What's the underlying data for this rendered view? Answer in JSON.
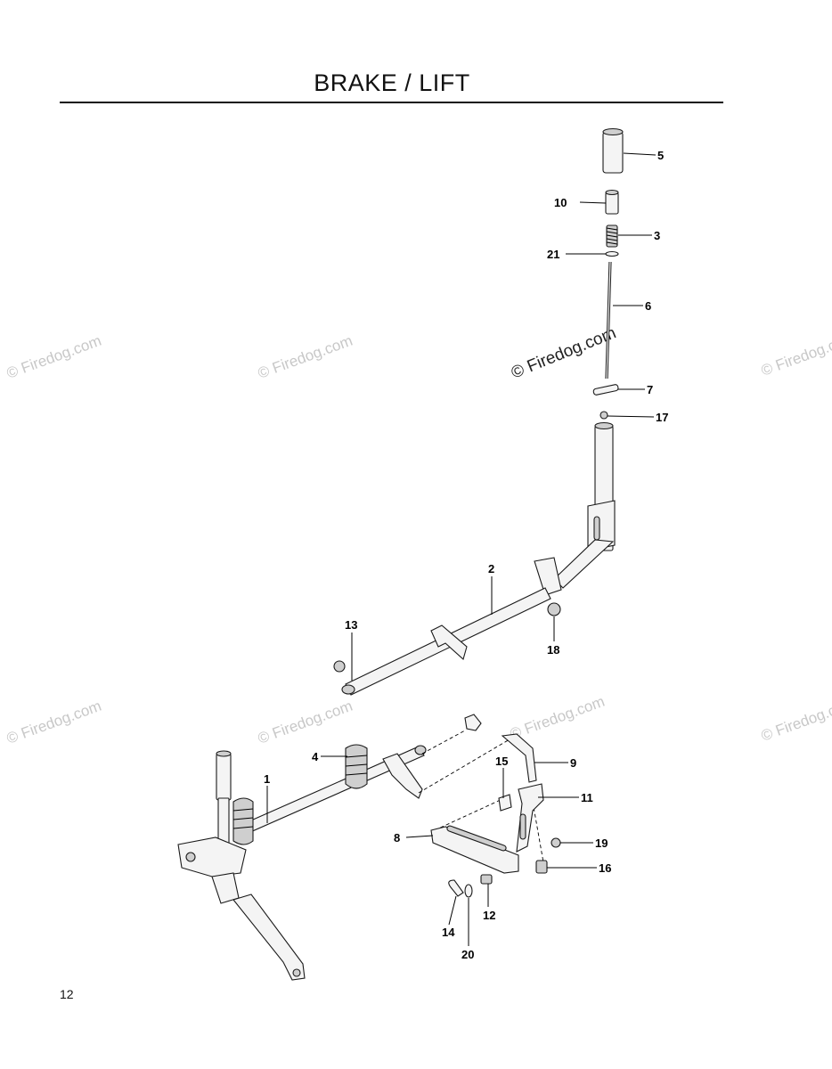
{
  "header": {
    "title": "BRAKE / LIFT"
  },
  "footer": {
    "page_number": "12"
  },
  "watermarks": [
    "© Firedog.com",
    "© Firedog.com",
    "© Firedog.com",
    "© Firedog.com",
    "© Firedog.com",
    "© Firedog.com",
    "© Firedog.com",
    "© Firedog.com"
  ],
  "callouts": [
    {
      "label": "5"
    },
    {
      "label": "10"
    },
    {
      "label": "3"
    },
    {
      "label": "21"
    },
    {
      "label": "6"
    },
    {
      "label": "7"
    },
    {
      "label": "17"
    },
    {
      "label": "2"
    },
    {
      "label": "13"
    },
    {
      "label": "18"
    },
    {
      "label": "4"
    },
    {
      "label": "1"
    },
    {
      "label": "15"
    },
    {
      "label": "9"
    },
    {
      "label": "11"
    },
    {
      "label": "8"
    },
    {
      "label": "19"
    },
    {
      "label": "16"
    },
    {
      "label": "12"
    },
    {
      "label": "14"
    },
    {
      "label": "20"
    }
  ]
}
